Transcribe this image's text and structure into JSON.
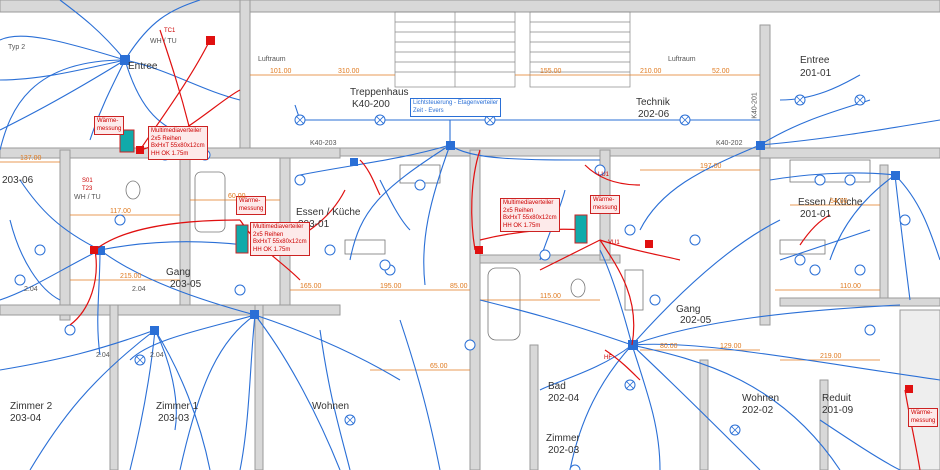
{
  "colors": {
    "wall": "#9a9a9a",
    "wall_fill": "#d8d8d8",
    "blue": "#2a6fd6",
    "red": "#e01010",
    "orange": "#e07a1f",
    "grey": "#555555"
  },
  "rooms": {
    "entree_top": "Entree",
    "treppenhaus": "Treppenhaus",
    "treppenhaus_code": "K40-200",
    "technik": "Technik",
    "technik_code": "202-06",
    "entree_right": "Entree",
    "entree_right_code": "201-01",
    "dusche_code": "203-06",
    "essen_kueche_left": "Essen / Küche",
    "essen_kueche_left_code": "203-01",
    "essen_kueche_right": "Essen / Küche",
    "essen_kueche_right_code": "201-01",
    "gang_left": "Gang",
    "gang_left_code": "203-05",
    "gang_right": "Gang",
    "gang_right_code": "202-05",
    "zimmer2": "Zimmer 2",
    "zimmer2_code": "203-04",
    "zimmer1": "Zimmer 1",
    "zimmer1_code": "203-03",
    "wohnen_left": "Wohnen",
    "bad": "Bad",
    "bad_code": "202-04",
    "zimmer_bottom": "Zimmer",
    "zimmer_bottom_code": "202-03",
    "wohnen_right": "Wohnen",
    "wohnen_right_code": "202-02",
    "reduit": "Reduit",
    "reduit_code": "201-09"
  },
  "corridor": {
    "k40_203": "K40-203",
    "k40_202": "K40-202",
    "k40_201": "K40-201",
    "luftraum_a": "Luftraum",
    "luftraum_b": "Luftraum",
    "typ": "Typ 2"
  },
  "callouts": {
    "multimedia_left": [
      "Multimediaverteiler",
      "2x5 Reihen",
      "BxHxT 55x80x12cm",
      "HH OK 1.75m"
    ],
    "waerme_left": [
      "Wärme-",
      "messung"
    ],
    "waerme_mid": [
      "Wärme-",
      "messung"
    ],
    "multimedia_mid": [
      "Multimediaverteiler",
      "2x5 Reihen",
      "BxHxT 55x80x12cm",
      "HH OK 1.75m"
    ],
    "multimedia_center": [
      "Multimediaverteiler",
      "2x5 Reihen",
      "BxHxT 55x80x12cm",
      "HH OK 1.75m"
    ],
    "waerme_center": [
      "Wärme-",
      "messung"
    ],
    "waerme_right": [
      "Wärme-",
      "messung"
    ],
    "lichtsteuerung": [
      "Lichtsteuerung - Etagenverteiler",
      "Zeit - Evers"
    ],
    "dusche_wh": [
      "WH / TU"
    ],
    "wh_tu_top": [
      "WH / TU"
    ]
  },
  "dimensions": {
    "d1": "310.00",
    "d2": "210.00",
    "d3": "137.00",
    "d4": "117.00",
    "d5": "60.00",
    "d6": "195.00",
    "d7": "65.00",
    "d8": "129.00",
    "d9": "110.00",
    "d10": "219.00",
    "d11": "197.00",
    "d12": "115.00",
    "d13": "54.00",
    "d14": "215.00",
    "d15": "101.00",
    "d16": "155.00",
    "d17": "52.00",
    "d18": "85.00",
    "d19": "165.00",
    "d20": "80.00"
  },
  "device_tags": {
    "t1": "2.04",
    "t2": "2.04",
    "t3": "2.04",
    "t4": "2.04",
    "t5": "S01",
    "t6": "T23",
    "t7": "TC1",
    "t8": "LU1",
    "t9": "VU1",
    "t10": "HF"
  }
}
